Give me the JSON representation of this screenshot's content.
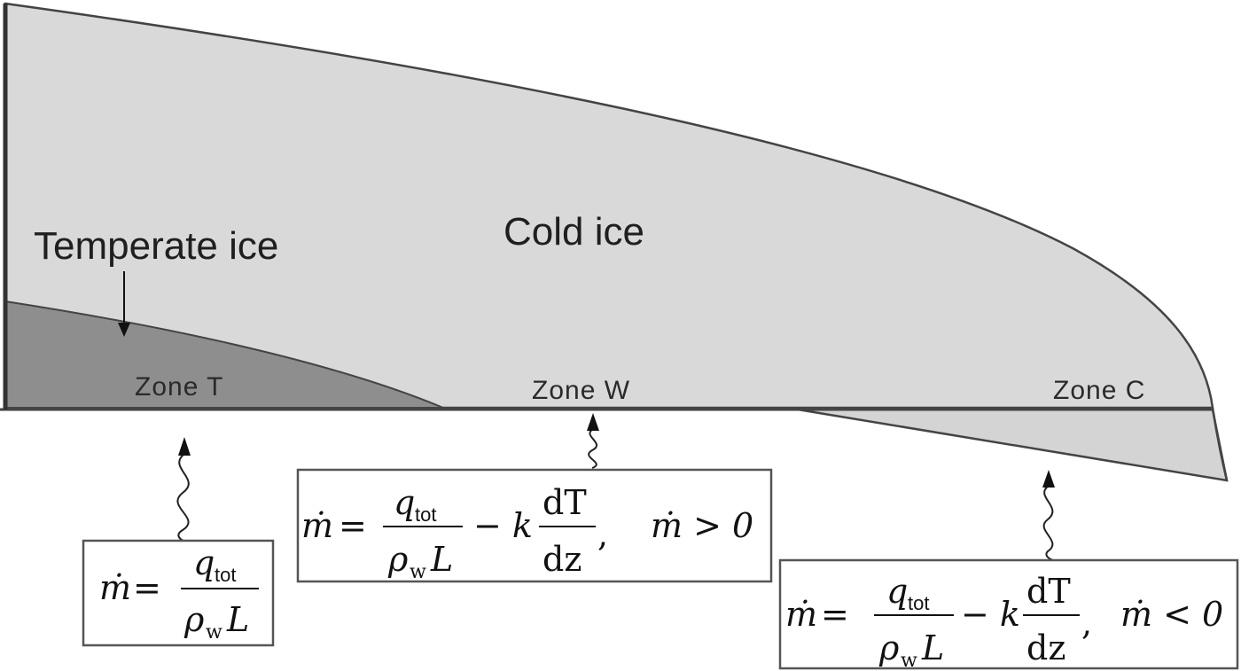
{
  "labels": {
    "cold_ice": "Cold ice",
    "temperate_ice": "Temperate ice",
    "zone_t": "Zone T",
    "zone_w": "Zone W",
    "zone_c": "Zone C"
  },
  "equations": {
    "zone_t": {
      "lhs": "ṁ",
      "equals": "=",
      "numerator": "q",
      "numerator_sub": "tot",
      "denominator": "ρ",
      "denominator_sub": "w",
      "denominator_tail": "L"
    },
    "zone_w": {
      "lhs": "ṁ",
      "equals": "=",
      "numerator": "q",
      "numerator_sub": "tot",
      "denominator": "ρ",
      "denominator_sub": "w",
      "denominator_tail": "L",
      "minus_k": "− k",
      "grad_num": "dT",
      "grad_den": "dz",
      "comma": ",",
      "condition": "ṁ > 0"
    },
    "zone_c": {
      "lhs": "ṁ",
      "equals": "=",
      "numerator": "q",
      "numerator_sub": "tot",
      "denominator": "ρ",
      "denominator_sub": "w",
      "denominator_tail": "L",
      "minus_k": "− k",
      "grad_num": "dT",
      "grad_den": "dz",
      "comma": ",",
      "condition": "ṁ < 0"
    }
  },
  "colors": {
    "cold_ice": "#d9d9d9",
    "temperate_ice": "#8e8e8e",
    "outline": "#444444"
  }
}
